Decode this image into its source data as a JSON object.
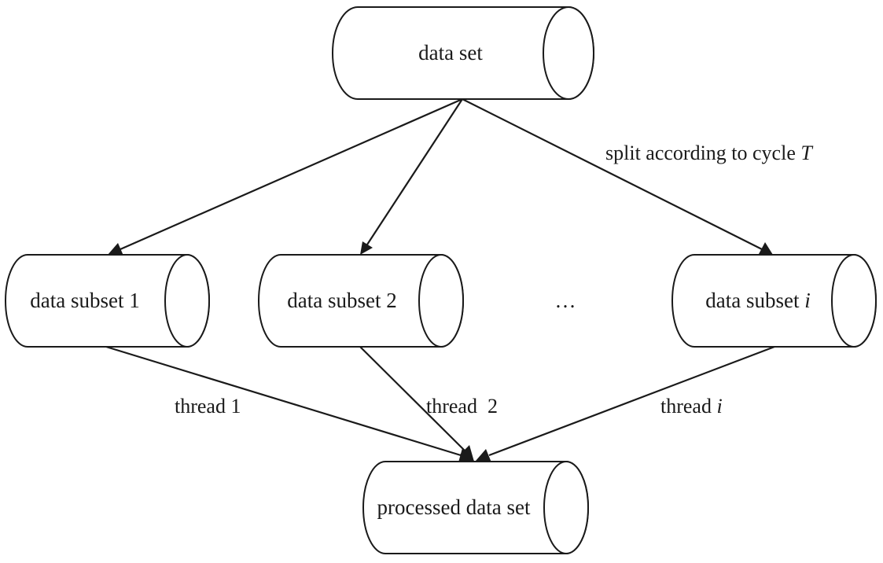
{
  "nodes": {
    "data_set": {
      "label": "data set"
    },
    "subset_1": {
      "label": "data subset 1"
    },
    "subset_2": {
      "label": "data subset 2"
    },
    "subset_i": {
      "label": "data subset ",
      "label_italic": "i"
    },
    "processed": {
      "label": "processed data set"
    }
  },
  "ellipsis": "…",
  "edge_labels": {
    "split": {
      "text": "split according to cycle ",
      "italic": "T"
    },
    "thread_1": {
      "text": "thread 1"
    },
    "thread_2": {
      "text": "thread  2"
    },
    "thread_i": {
      "text": "thread ",
      "italic": "i"
    }
  },
  "colors": {
    "stroke": "#1a1a1a",
    "fill": "#ffffff",
    "background": "#ffffff"
  }
}
